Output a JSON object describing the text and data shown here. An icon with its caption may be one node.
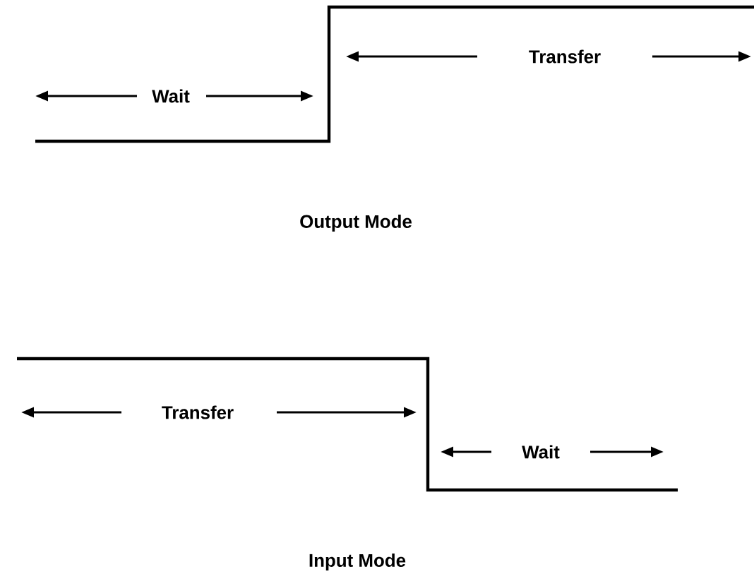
{
  "diagram": {
    "labels": [
      "Wait",
      "Transfer",
      "Output Mode",
      "Transfer",
      "Wait",
      "Input Mode"
    ]
  }
}
